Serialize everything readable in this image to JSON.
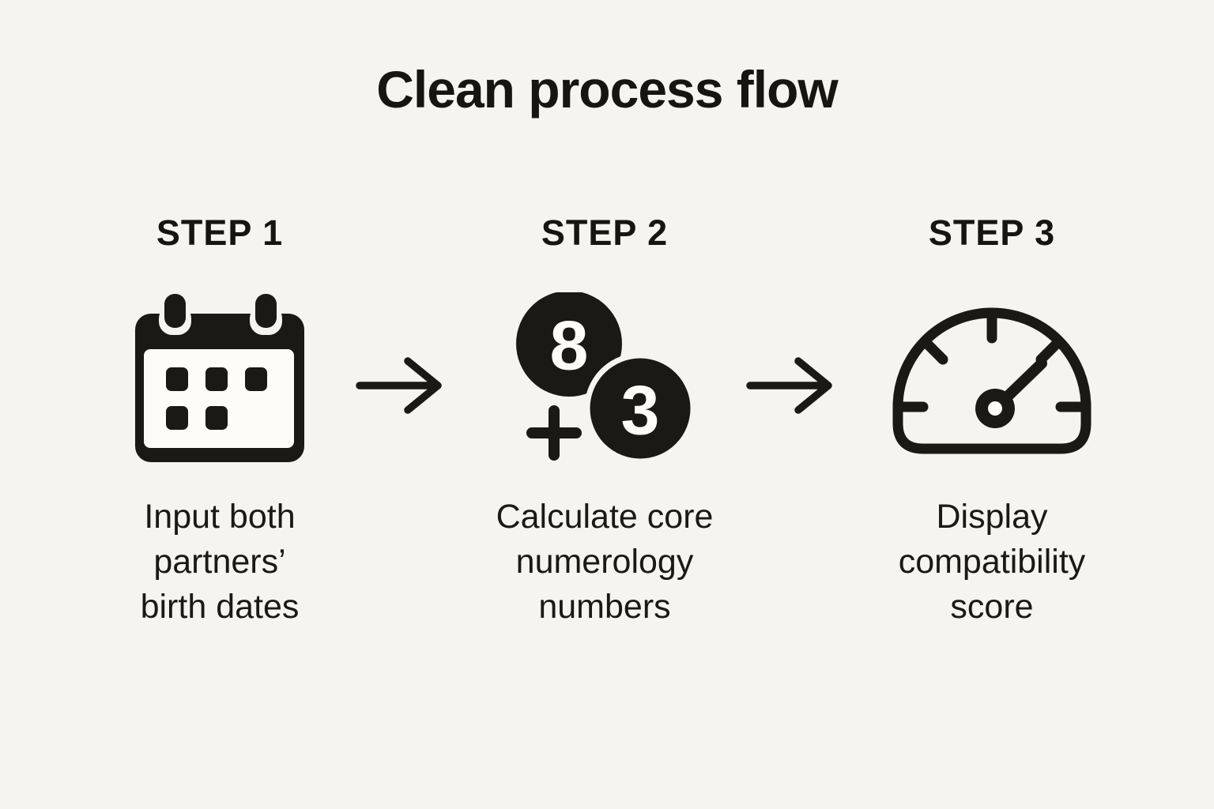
{
  "title": "Clean process flow",
  "colors": {
    "background": "#f6f4ef",
    "ink": "#1b1915",
    "icon_paper": "#fdfcf9"
  },
  "steps": [
    {
      "label": "STEP 1",
      "icon": "calendar-icon",
      "description": "Input both\npartners’\nbirth dates"
    },
    {
      "label": "STEP 2",
      "icon": "numerology-numbers-icon",
      "description": "Calculate core\nnumerology\nnumbers",
      "numbers": {
        "first": "8",
        "second": "3",
        "operator": "+"
      }
    },
    {
      "label": "STEP 3",
      "icon": "speedometer-icon",
      "description": "Display\ncompatibility\nscore"
    }
  ],
  "arrows": [
    {
      "name": "arrow-right"
    },
    {
      "name": "arrow-right"
    }
  ]
}
